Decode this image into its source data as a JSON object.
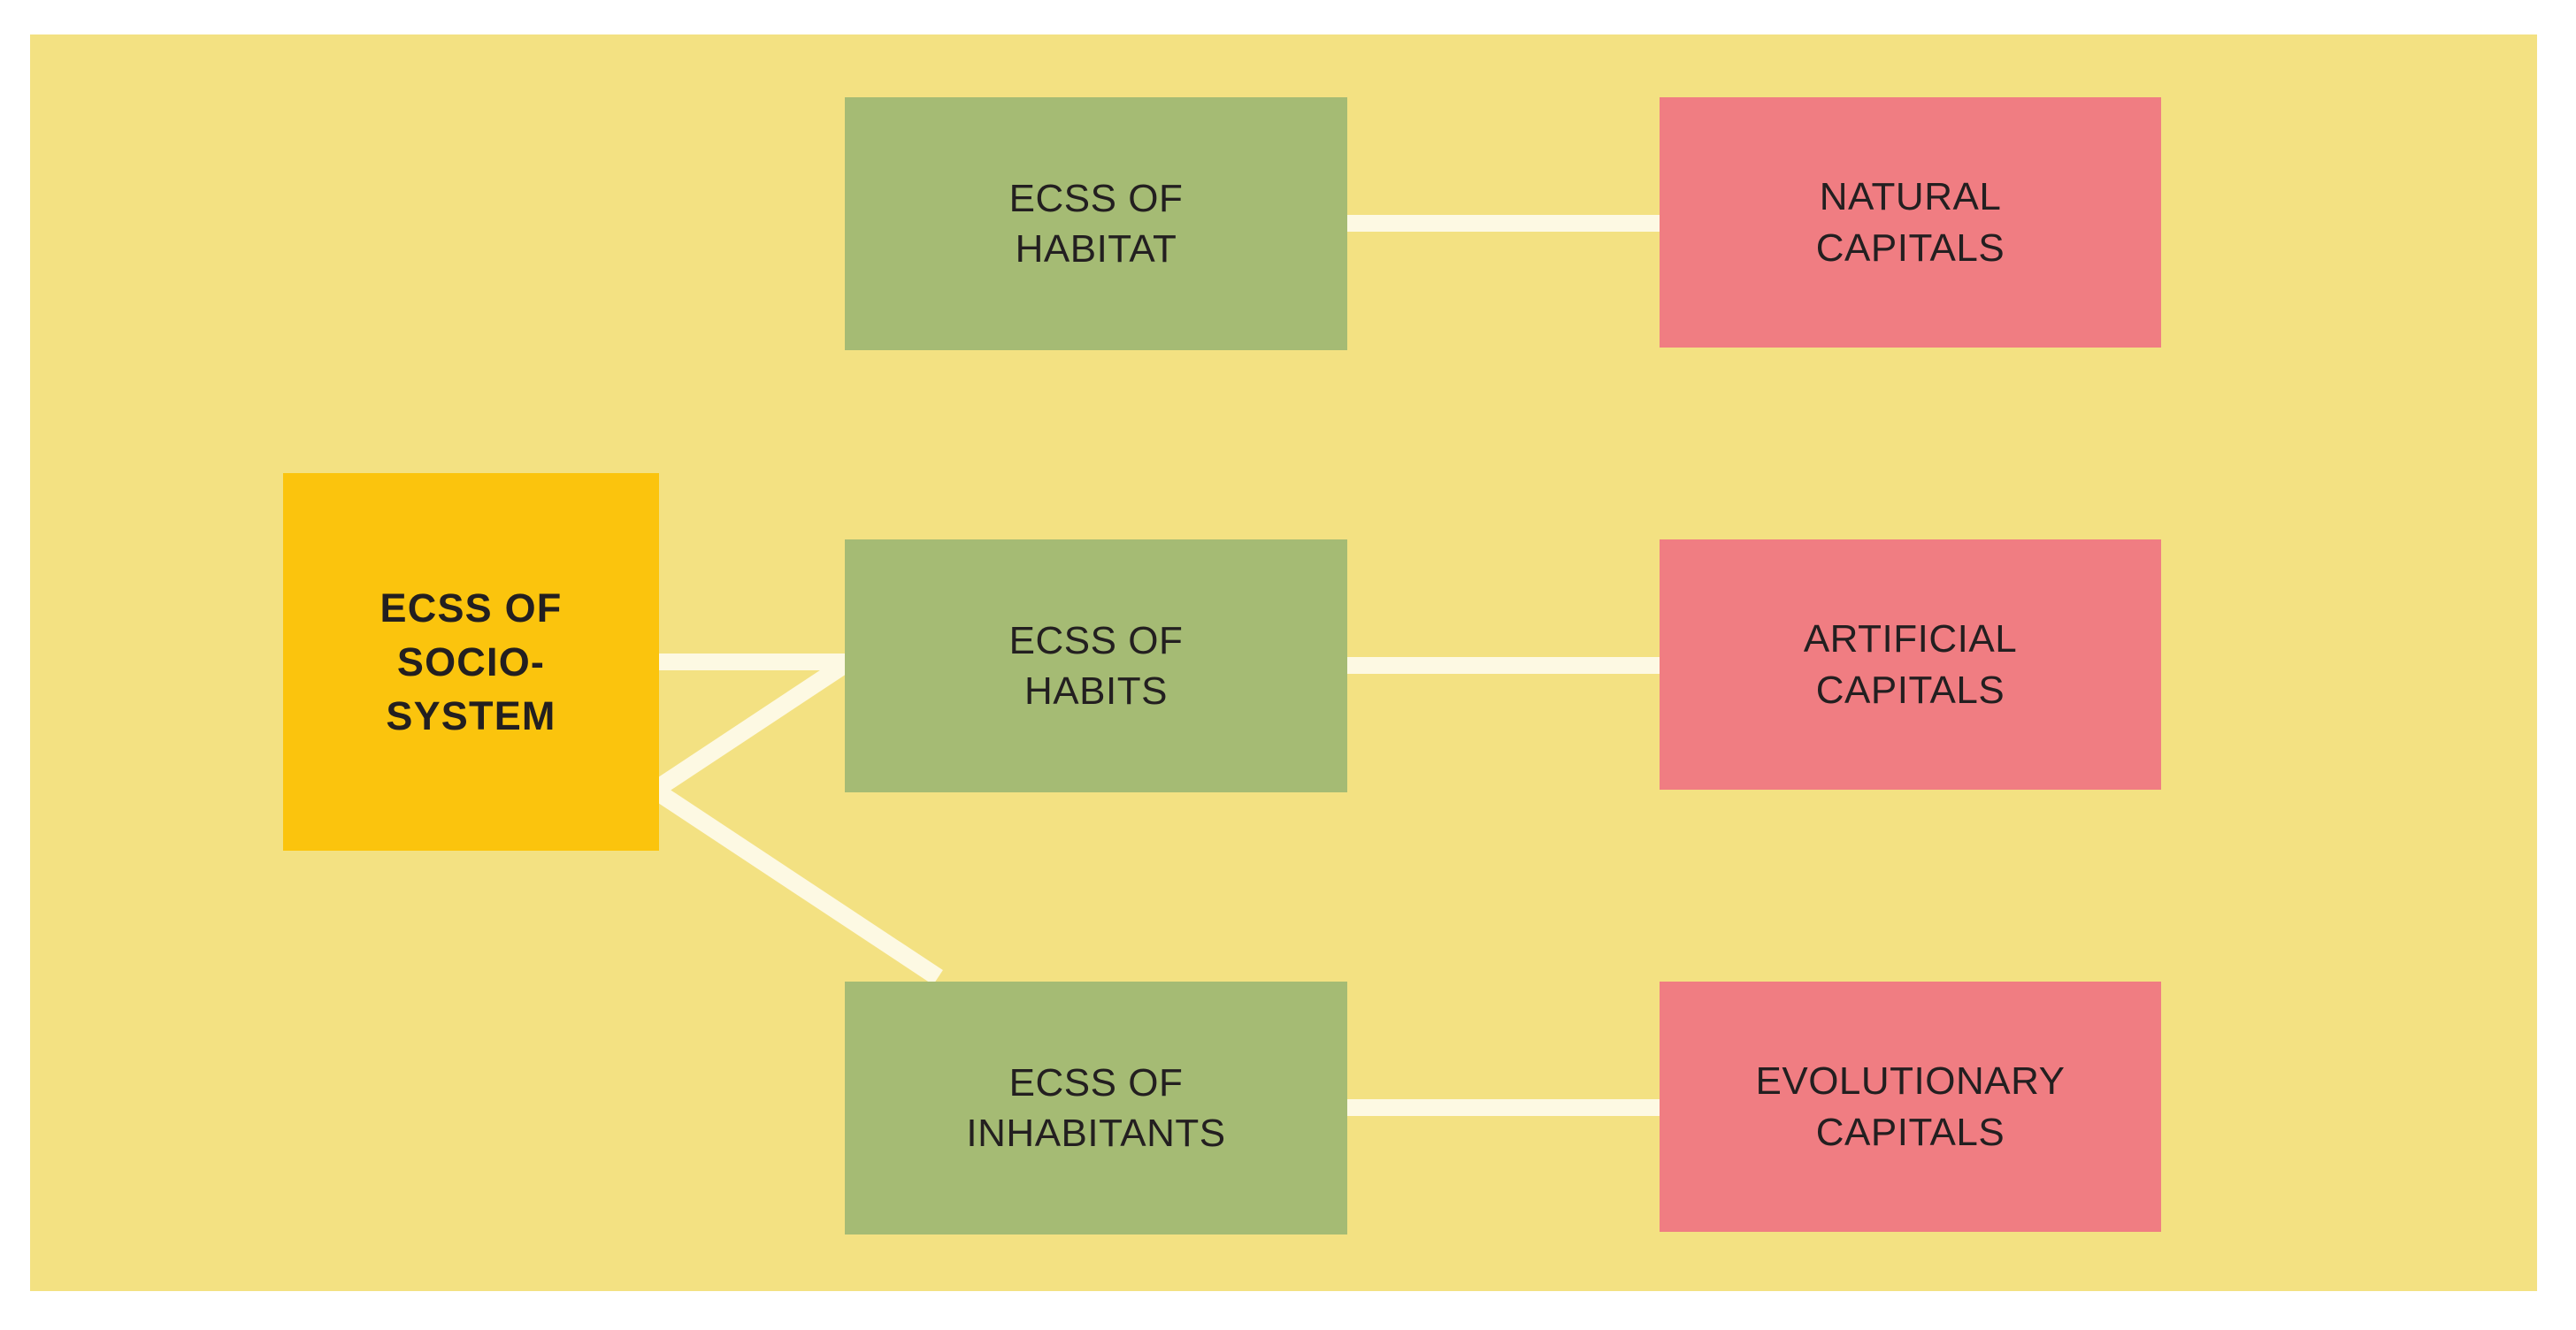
{
  "diagram": {
    "title": "ECSS of Socio-System hierarchy",
    "background_color": "#F3E182",
    "page_color": "#FFFFFF",
    "connector_color": "#FDF9E3",
    "text_color": "#231F20",
    "root": {
      "label": "ECSS OF\nSOCIO-\nSYSTEM",
      "color": "#FBC40D"
    },
    "branches": [
      {
        "middle": {
          "label": "ECSS OF\nHABITAT",
          "color": "#A5BB74"
        },
        "leaf": {
          "label": "NATURAL\nCAPITALS",
          "color": "#F07D82"
        }
      },
      {
        "middle": {
          "label": "ECSS OF\nHABITS",
          "color": "#A5BB74"
        },
        "leaf": {
          "label": "ARTIFICIAL\nCAPITALS",
          "color": "#F07D82"
        }
      },
      {
        "middle": {
          "label": "ECSS OF\nINHABITANTS",
          "color": "#A5BB74"
        },
        "leaf": {
          "label": "EVOLUTIONARY\nCAPITALS",
          "color": "#F07D82"
        }
      }
    ]
  }
}
